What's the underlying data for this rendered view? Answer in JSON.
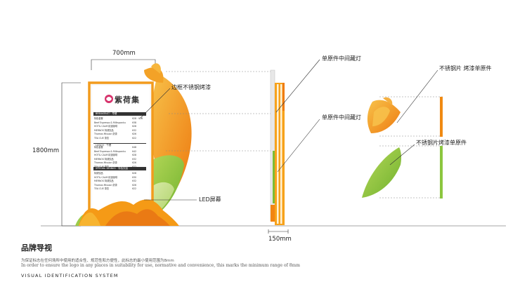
{
  "dimensions": {
    "width_label": "700mm",
    "height_label": "1800mm",
    "depth_label": "150mm"
  },
  "callouts": {
    "frame": "边框不锈钢烤漆",
    "led": "LED屏幕",
    "side_light_top": "单原件中间藏灯",
    "side_light_mid": "单原件中间藏灯",
    "leaf_top": "不锈钢片 烤漆单原件",
    "leaf_bottom": "不锈钢片烤漆单原件"
  },
  "sign": {
    "logo_text": "紫荷集",
    "menu_section_1": {
      "header": "BREAKFAST · 早餐",
      "rows": [
        {
          "name": "特色套餐",
          "price": "¥28 · ¥36"
        },
        {
          "name": "Beef Espresso & Milkspanku",
          "price": "¥38"
        },
        {
          "name": "HOT& CALM  精选咖啡",
          "price": "¥28"
        },
        {
          "name": "MERNOS  特调饮品",
          "price": "¥32"
        },
        {
          "name": "Thomas Mission  奶茶",
          "price": "¥26"
        },
        {
          "name": "TEA CUE  茶饮",
          "price": "¥22"
        }
      ]
    },
    "menu_section_2": {
      "header": "LUNCH · 午餐",
      "rows": [
        {
          "name": "特色套餐",
          "price": "¥48"
        },
        {
          "name": "Beef Espresso & Milkspanku",
          "price": "¥42"
        },
        {
          "name": "HOT& CALM  精选咖啡",
          "price": "¥28"
        },
        {
          "name": "MERNOS  特调饮品",
          "price": "¥32"
        },
        {
          "name": "Thomas Mission  奶茶",
          "price": "¥26"
        },
        {
          "name": "TEA CUE  茶饮",
          "price": "¥22"
        }
      ]
    },
    "menu_section_3": {
      "header": "SPECIAL DRINKS · 特色饮品",
      "rows": [
        {
          "name": "特调饮品",
          "price": "¥28"
        },
        {
          "name": "HOT& CALM  精选咖啡",
          "price": "¥30"
        },
        {
          "name": "MERNOS  特调饮品",
          "price": "¥32"
        },
        {
          "name": "Thomas Mission  奶茶",
          "price": "¥26"
        },
        {
          "name": "TEA CUE  茶饮",
          "price": "¥22"
        }
      ]
    }
  },
  "footer": {
    "title": "品牌导视",
    "desc_cn": "为保证标志在任何场所中使用的适合性、规范性和方便性，此标志的最小使用范围为8mm",
    "desc_en": "In order to ensure the logo in any places in suitability for use, normative and convenience, this marks the minimum range of 8mm",
    "system": "VISUAL IDENTIFICATION SYSTEM"
  },
  "colors": {
    "orange": "#f08a12",
    "orange_light": "#f7b233",
    "green": "#8cc63f",
    "sign_bg": "#ffffff",
    "frame": "#f29b1d"
  }
}
